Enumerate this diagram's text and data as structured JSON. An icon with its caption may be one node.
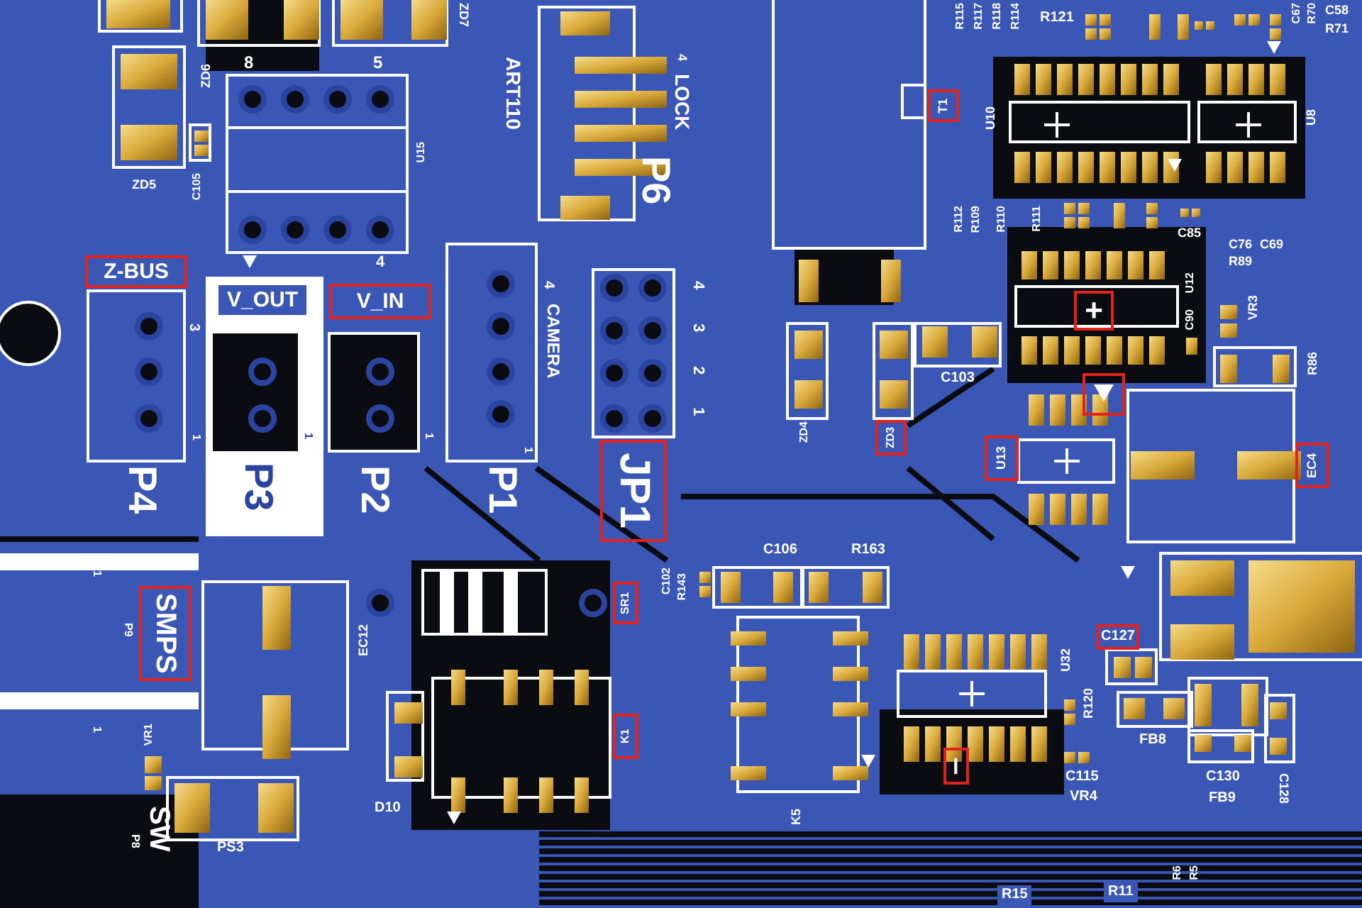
{
  "diagram": {
    "nodes": [
      {
        "text": [
          "T1"
        ]
      },
      {
        "text": [
          "Z-BUS"
        ]
      },
      {
        "text": [
          "V_IN"
        ]
      },
      {
        "text": [
          "+"
        ]
      },
      {
        "text": [],
        "shape": "triangle"
      },
      {
        "text": [
          "ZD3"
        ]
      },
      {
        "text": [
          "U13"
        ]
      },
      {
        "text": [
          "EC4"
        ]
      },
      {
        "text": [
          "JP1"
        ]
      },
      {
        "text": [
          "SR1"
        ]
      },
      {
        "text": [
          "SMPS"
        ],
        "beside": [
          "P9"
        ]
      },
      {
        "text": [
          "C127"
        ]
      },
      {
        "text": [
          "K1"
        ]
      },
      {
        "text": [],
        "shape": "bar"
      }
    ],
    "labels": [
      "ZD7",
      "ZD6",
      "8",
      "5",
      "ART110",
      "4",
      "LOCK",
      "R115",
      "R117",
      "R118",
      "R114",
      "R121",
      "C67",
      "R70",
      "C58",
      "R71",
      "U10",
      "U8",
      "ZD5",
      "C105",
      "U15",
      "P6",
      "R112",
      "R109",
      "R110",
      "R111",
      "C85",
      "C76",
      "C69",
      "R89",
      "V_OUT",
      "4",
      "4",
      "CAMERA",
      "4",
      "3",
      "2",
      "1",
      "U12",
      "C90",
      "VR3",
      "3",
      "C103",
      "ZD4",
      "R86",
      "1",
      "1",
      "1",
      "1",
      "P4",
      "P3",
      "P2",
      "P1",
      "C106",
      "R163",
      "C102",
      "R143",
      "1",
      "EC12",
      "U32",
      "R120",
      "1",
      "VR1",
      "FB8",
      "C115",
      "VR4",
      "C130",
      "FB9",
      "C128",
      "D10",
      "K5",
      "SW",
      "P8",
      "PS3",
      "R6",
      "R5",
      "R15",
      "R11"
    ]
  }
}
